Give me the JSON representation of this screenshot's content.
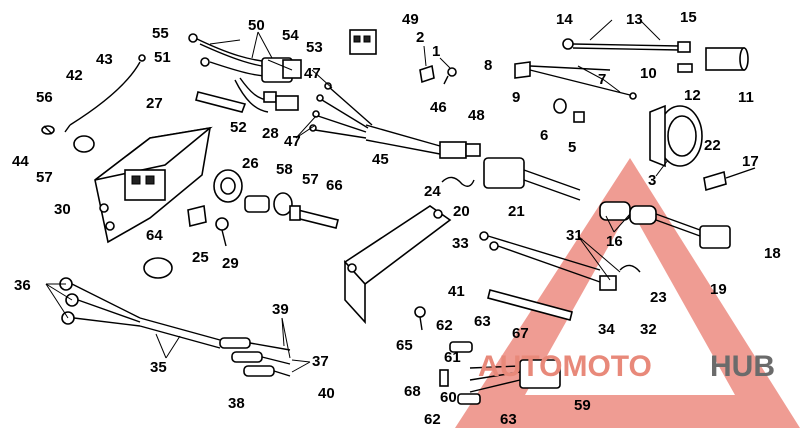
{
  "labels": [
    "1",
    "2",
    "3",
    "5",
    "6",
    "7",
    "8",
    "9",
    "10",
    "11",
    "12",
    "13",
    "14",
    "15",
    "16",
    "17",
    "18",
    "19",
    "20",
    "21",
    "22",
    "23",
    "24",
    "25",
    "26",
    "27",
    "28",
    "29",
    "30",
    "31",
    "32",
    "33",
    "34",
    "35",
    "36",
    "37",
    "38",
    "39",
    "40",
    "41",
    "42",
    "43",
    "44",
    "45",
    "46",
    "47",
    "48",
    "49",
    "50",
    "51",
    "52",
    "53",
    "54",
    "55",
    "56",
    "57",
    "58",
    "59",
    "60",
    "61",
    "62",
    "63",
    "64",
    "65",
    "66",
    "67",
    "68"
  ],
  "watermark": {
    "left": "AUTOMOTO",
    "right": "HUB",
    "left_color": "#e8897a",
    "right_color": "#6b6b6b",
    "triangle_color": "#e24a3a"
  }
}
